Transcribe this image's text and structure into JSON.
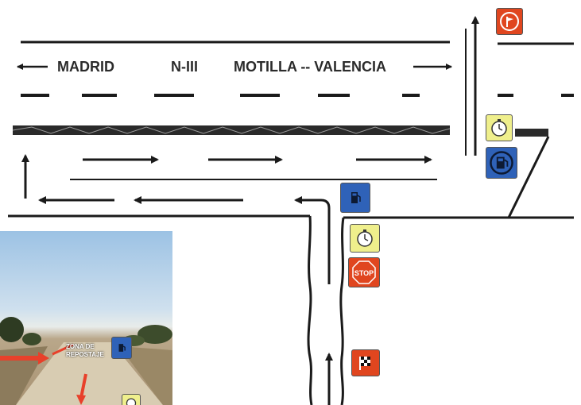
{
  "road": {
    "left_destination": "MADRID",
    "road_name": "N-III",
    "right_destination": "MOTILLA -- VALENCIA"
  },
  "signs": {
    "right_turn": "flag-turn-right-icon",
    "stopwatch_top": "stopwatch-icon",
    "fuel_top": "fuel-pump-icon",
    "fuel_junction": "fuel-pump-icon",
    "stopwatch_junction": "stopwatch-icon",
    "stop": "STOP",
    "finish": "checkered-flag-icon"
  },
  "photo": {
    "note": "ZONA DE REPOSTAJE"
  },
  "colors": {
    "sign_blue": "#2f62b8",
    "sign_yellow": "#efef8c",
    "sign_red": "#e0461f",
    "arrow_red": "#e8402a",
    "road_line": "#1a1a1a"
  }
}
